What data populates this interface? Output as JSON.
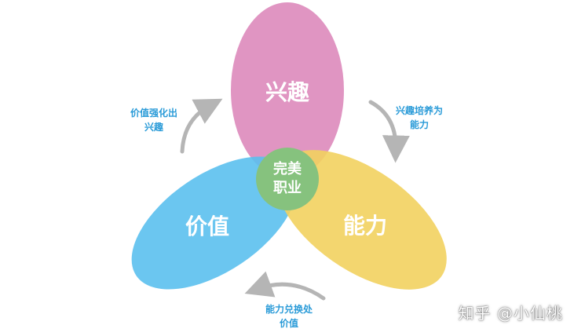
{
  "diagram": {
    "circles": {
      "interest": {
        "label": "兴趣",
        "color": "#de8fbf"
      },
      "value": {
        "label": "价值",
        "color": "#5bc0ee"
      },
      "ability": {
        "label": "能力",
        "color": "#f2d15f"
      },
      "center": {
        "lines": [
          "完美",
          "职业"
        ],
        "color": "#86c27e"
      }
    },
    "annotations": {
      "value_to_interest": [
        "价值强化出",
        "兴趣"
      ],
      "interest_to_ability": [
        "兴趣培养为",
        "能力"
      ],
      "ability_to_value": [
        "能力兑换处",
        "价值"
      ]
    },
    "arrow_color": "#b5b5b5"
  },
  "watermark": "知乎 @小仙桃"
}
